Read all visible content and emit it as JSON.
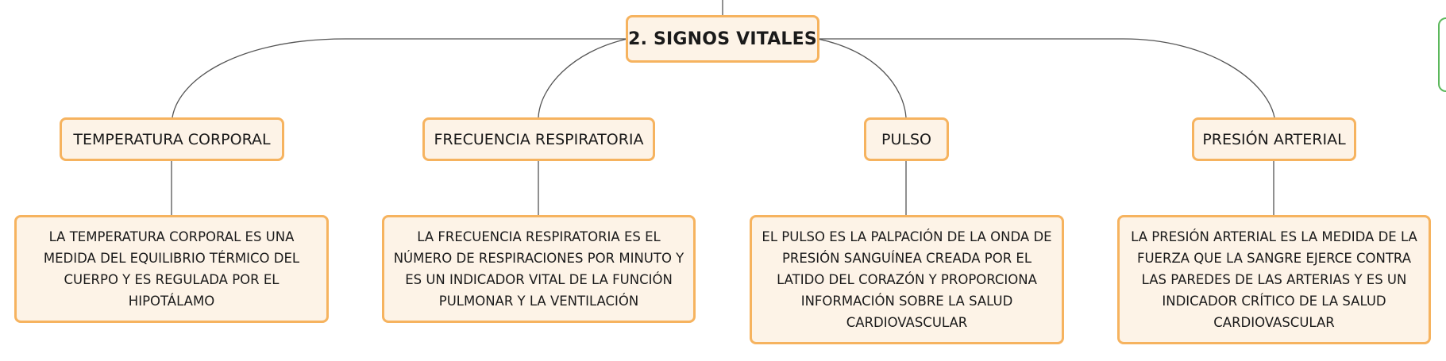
{
  "root": {
    "label": "2. SIGNOS VITALES"
  },
  "topics": [
    {
      "label": "TEMPERATURA CORPORAL",
      "description": "LA TEMPERATURA CORPORAL ES UNA MEDIDA DEL EQUILIBRIO TÉRMICO DEL CUERPO Y ES REGULADA POR EL HIPOTÁLAMO"
    },
    {
      "label": "FRECUENCIA RESPIRATORIA",
      "description": "LA FRECUENCIA RESPIRATORIA ES EL NÚMERO DE RESPIRACIONES POR MINUTO Y ES UN INDICADOR VITAL DE LA FUNCIÓN PULMONAR Y LA VENTILACIÓN"
    },
    {
      "label": "PULSO",
      "description": "EL PULSO ES LA PALPACIÓN DE LA ONDA DE PRESIÓN SANGUÍNEA CREADA POR EL LATIDO DEL CORAZÓN Y PROPORCIONA INFORMACIÓN SOBRE LA SALUD CARDIOVASCULAR"
    },
    {
      "label": "PRESIÓN ARTERIAL",
      "description": "LA PRESIÓN ARTERIAL ES LA MEDIDA DE LA FUERZA QUE LA SANGRE EJERCE CONTRA LAS PAREDES DE LAS ARTERIAS Y ES UN INDICADOR CRÍTICO DE LA SALUD CARDIOVASCULAR"
    }
  ],
  "colors": {
    "node_fill": "#fdf3e7",
    "node_border": "#f6b35f",
    "connector": "#555555",
    "side_card_border": "#5cb85c"
  }
}
